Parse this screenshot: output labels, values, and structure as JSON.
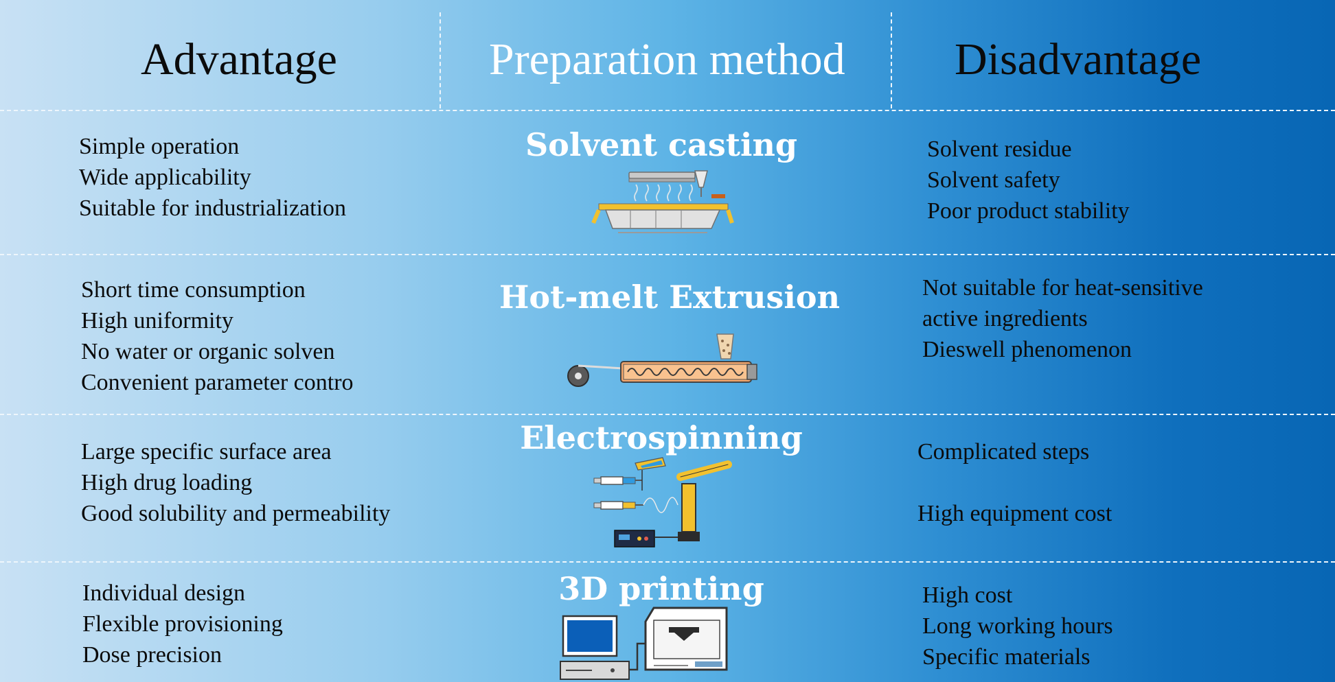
{
  "headers": {
    "advantage": "Advantage",
    "preparation_method": "Preparation method",
    "disadvantage": "Disadvantage"
  },
  "rows": [
    {
      "method": "Solvent casting",
      "advantages": [
        "Simple operation",
        "Wide applicability",
        "Suitable for industrialization"
      ],
      "disadvantages": [
        "Solvent residue",
        "Solvent safety",
        "Poor product stability"
      ],
      "icon": "solvent-casting-apparatus-icon"
    },
    {
      "method": "Hot-melt Extrusion",
      "advantages": [
        "Short time consumption",
        "High uniformity",
        "No water or organic solven",
        "Convenient parameter contro"
      ],
      "disadvantages": [
        "Not suitable for heat-sensitive",
        "active ingredients",
        "Dieswell phenomenon"
      ],
      "icon": "extruder-icon"
    },
    {
      "method": "Electrospinning",
      "advantages": [
        "Large specific surface area",
        "High drug loading",
        "Good solubility and permeability"
      ],
      "disadvantages": [
        "Complicated steps",
        "",
        "High equipment cost"
      ],
      "icon": "electrospinning-setup-icon"
    },
    {
      "method": "3D printing",
      "advantages": [
        "Individual design",
        "Flexible provisioning",
        "Dose precision"
      ],
      "disadvantages": [
        "High cost",
        "Long working hours",
        "Specific materials"
      ],
      "icon": "3d-printer-computer-icon"
    }
  ],
  "colors": {
    "background_left": "#c8e1f4",
    "background_right": "#0866b4",
    "method_text": "#ffffff",
    "divider": "#eef6fc",
    "accent_yellow": "#f2c12e"
  }
}
